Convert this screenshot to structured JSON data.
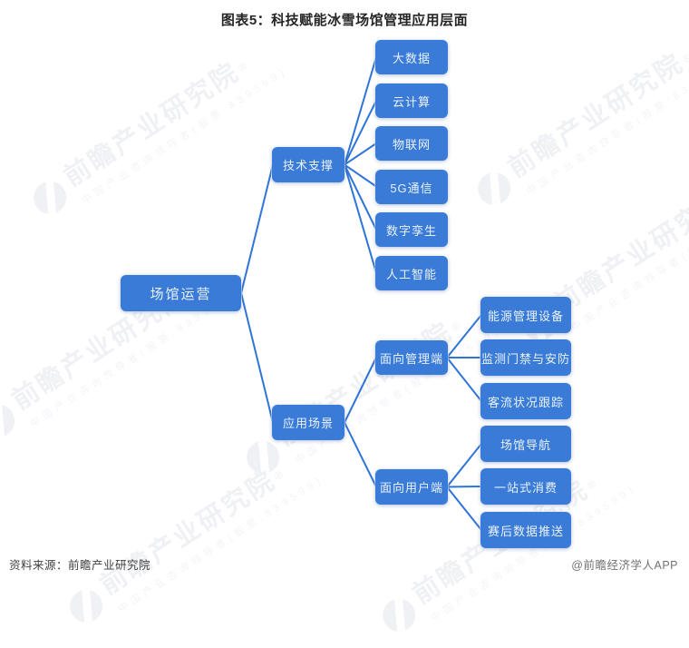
{
  "title": "图表5：科技赋能冰雪场馆管理应用层面",
  "footer": {
    "source": "资料来源：前瞻产业研究院",
    "credit": "@前瞻经济学人APP"
  },
  "watermark": {
    "main": "前瞻产业研究院",
    "reg": "®",
    "sub": "中国产业咨询领导者(股票:839599)"
  },
  "colors": {
    "node_blue": "#3a7bd8",
    "line_blue": "#2f74d8",
    "node_text": "#eaf2fc"
  },
  "nodes": {
    "root": {
      "label": "场馆运营"
    },
    "tech": {
      "label": "技术支撑"
    },
    "tech_children": [
      {
        "label": "大数据"
      },
      {
        "label": "云计算"
      },
      {
        "label": "物联网"
      },
      {
        "label": "5G通信"
      },
      {
        "label": "数字孪生"
      },
      {
        "label": "人工智能"
      }
    ],
    "scene": {
      "label": "应用场景"
    },
    "mgmt": {
      "label": "面向管理端"
    },
    "mgmt_children": [
      {
        "label": "能源管理设备"
      },
      {
        "label": "监测门禁与安防"
      },
      {
        "label": "客流状况跟踪"
      }
    ],
    "user": {
      "label": "面向用户端"
    },
    "user_children": [
      {
        "label": "场馆导航"
      },
      {
        "label": "一站式消费"
      },
      {
        "label": "赛后数据推送"
      }
    ]
  }
}
